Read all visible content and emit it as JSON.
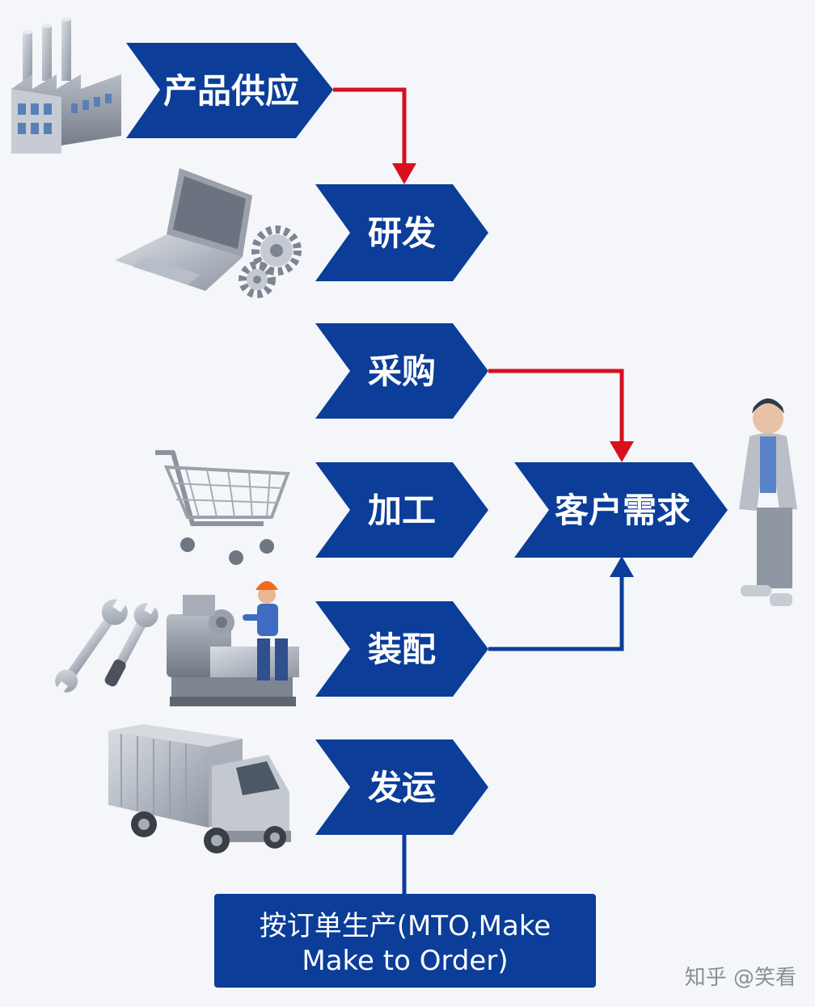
{
  "steps": {
    "supply": "产品供应",
    "rnd": "研发",
    "purchase": "采购",
    "process": "加工",
    "assembly": "装配",
    "shipping": "发运",
    "customer": "客户需求"
  },
  "result_box": {
    "line1": "按订单生产(MTO,Make",
    "line2": "Make to Order)"
  },
  "watermark": "知乎 @笑看",
  "colors": {
    "chevron": "#0b3d99",
    "red_arrow": "#d6101d",
    "blue_arrow": "#0b3d99",
    "background": "#f4f6f9"
  },
  "icons": [
    "factory-icon",
    "laptop-gears-icon",
    "shopping-cart-icon",
    "wrenches-icon",
    "lathe-worker-icon",
    "truck-icon",
    "customer-person-icon"
  ]
}
